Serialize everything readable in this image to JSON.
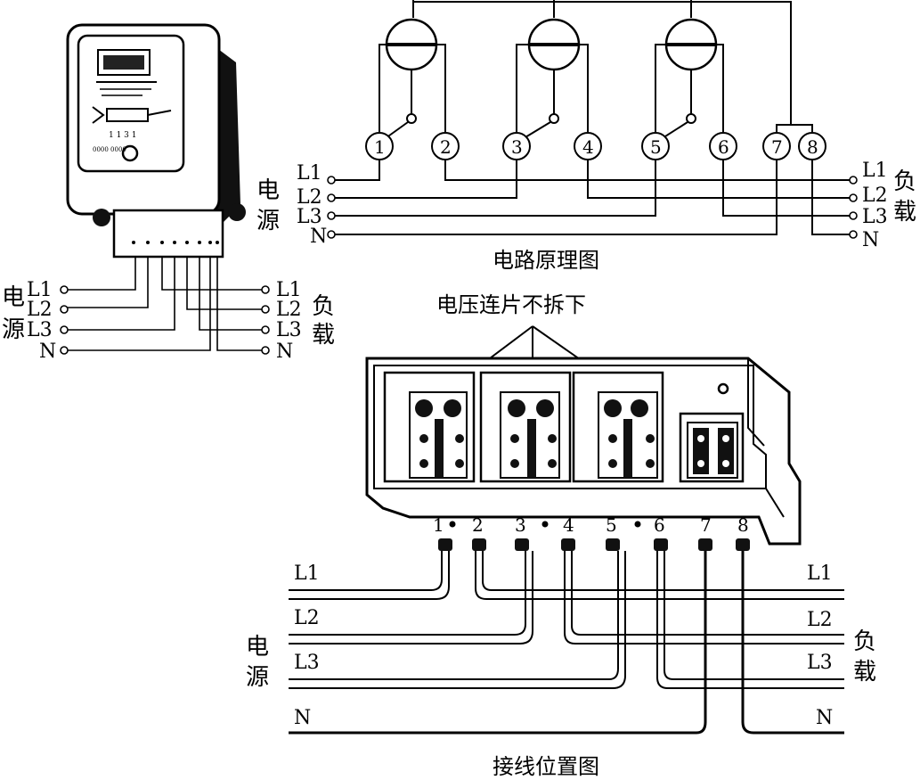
{
  "meter_view": {
    "source_chars": [
      "电",
      "源"
    ],
    "load_chars": [
      "负",
      "载"
    ],
    "source_lines": [
      "L1",
      "L2",
      "L3",
      "N"
    ],
    "load_lines": [
      "L1",
      "L2",
      "L3",
      "N"
    ],
    "display_digits": "1 1 3 1",
    "dial_marks": "0000 0000"
  },
  "principle_diagram": {
    "caption": "电路原理图",
    "terminals": [
      "1",
      "2",
      "3",
      "4",
      "5",
      "6",
      "7",
      "8"
    ],
    "source_chars": [
      "电",
      "源"
    ],
    "load_chars": [
      "负",
      "载"
    ],
    "source_lines": [
      "L1",
      "L2",
      "L3",
      "N"
    ],
    "load_lines": [
      "L1",
      "L2",
      "L3",
      "N"
    ]
  },
  "wiring_diagram": {
    "caption": "接线位置图",
    "note": "电压连片不拆下",
    "terminals": [
      "1",
      "2",
      "3",
      "4",
      "5",
      "6",
      "7",
      "8"
    ],
    "source_chars": [
      "电",
      "源"
    ],
    "load_chars": [
      "负",
      "载"
    ],
    "source_lines": [
      "L1",
      "L2",
      "L3",
      "N"
    ],
    "load_lines": [
      "L1",
      "L2",
      "L3",
      "N"
    ]
  }
}
